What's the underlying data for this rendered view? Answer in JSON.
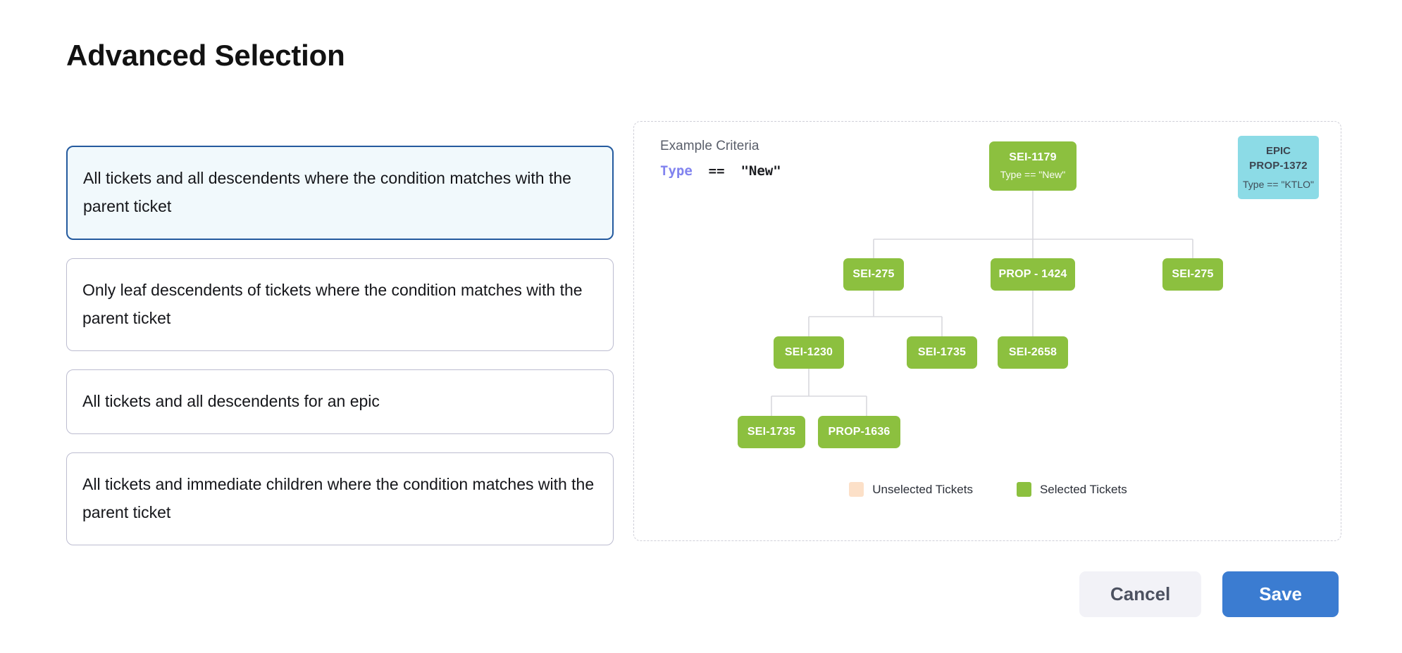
{
  "page": {
    "title": "Advanced Selection"
  },
  "options": [
    {
      "label": "All tickets and all descendents where the condition matches with the parent ticket",
      "selected": true
    },
    {
      "label": "Only leaf descendents of tickets where the condition matches with the parent ticket",
      "selected": false
    },
    {
      "label": "All tickets and all descendents for an epic",
      "selected": false
    },
    {
      "label": "All tickets and immediate children where the condition matches with the parent ticket",
      "selected": false
    }
  ],
  "diagram": {
    "criteria_label": "Example Criteria",
    "criteria_keyword": "Type",
    "criteria_operator": "==",
    "criteria_value": "\"New\"",
    "nodes": {
      "root": {
        "id": "SEI-1179",
        "sub": "Type == \"New\""
      },
      "epic": {
        "title": "EPIC",
        "id": "PROP-1372",
        "sub": "Type == \"KTLO\""
      },
      "l2_left": {
        "id": "SEI-275"
      },
      "l2_mid": {
        "id": "PROP - 1424"
      },
      "l2_right": {
        "id": "SEI-275"
      },
      "l3_left": {
        "id": "SEI-1230"
      },
      "l3_mid": {
        "id": "SEI-1735"
      },
      "l3_right": {
        "id": "SEI-2658"
      },
      "l4_left": {
        "id": "SEI-1735"
      },
      "l4_right": {
        "id": "PROP-1636"
      }
    },
    "legend": [
      {
        "label": "Unselected Tickets",
        "color": "#fce0c8"
      },
      {
        "label": "Selected Tickets",
        "color": "#8cc03f"
      }
    ]
  },
  "footer": {
    "cancel_label": "Cancel",
    "save_label": "Save"
  },
  "colors": {
    "selected_node": "#8cc03f",
    "unselected_node": "#fce0c8",
    "epic_node": "#8cdbe6",
    "accent_blue": "#3b7cd1",
    "selected_card_border": "#245a9e",
    "selected_card_bg": "#f1f9fc",
    "connector": "#d8d8de"
  }
}
